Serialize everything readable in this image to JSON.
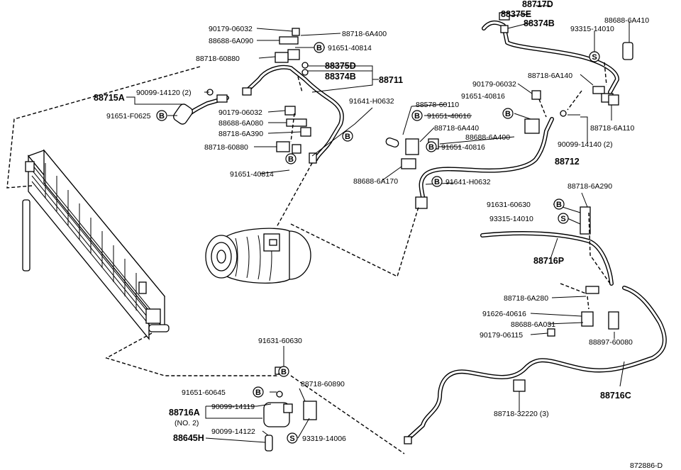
{
  "diagram_id": "872886-D",
  "labels": {
    "l_90179_06032_a": "90179-06032",
    "l_88688_6A090": "88688-6A090",
    "l_88718_6A400": "88718-6A400",
    "l_91651_40814_a": "91651-40814",
    "l_88718_60880_a": "88718-60880",
    "l_88375D": "88375D",
    "l_88374B": "88374B",
    "l_88711": "88711",
    "l_88715A": "88715A",
    "l_90099_14120": "90099-14120 (2)",
    "l_91651_F0625": "91651-F0625",
    "l_90179_06032_b": "90179-06032",
    "l_88688_6A080": "88688-6A080",
    "l_88718_6A390": "88718-6A390",
    "l_88718_60880_b": "88718-60880",
    "l_91651_40814_b": "91651-40814",
    "l_91641_H0632_a": "91641-H0632",
    "l_88717D": "88717D",
    "l_88375E": "88375E",
    "l_88374B_b": "88374B",
    "l_93315_14010_a": "93315-14010",
    "l_88688_6A410": "88688-6A410",
    "l_88718_6A140": "88718-6A140",
    "l_90179_06032_c": "90179-06032",
    "l_91651_40816_a": "91651-40816",
    "l_88578_60110": "88578-60110",
    "l_91651_40616": "91651-40616",
    "l_88718_6A440": "88718-6A440",
    "l_88688_6A400": "88688-6A400",
    "l_91651_40816_b": "91651-40816",
    "l_90099_14140": "90099-14140 (2)",
    "l_88712": "88712",
    "l_88718_6A110": "88718-6A110",
    "l_88688_6A170": "88688-6A170",
    "l_91641_H0632_b": "91641-H0632",
    "l_88718_6A290": "88718-6A290",
    "l_91631_60630_a": "91631-60630",
    "l_93315_14010_b": "93315-14010",
    "l_88716P": "88716P",
    "l_88718_6A280": "88718-6A280",
    "l_91626_40616": "91626-40616",
    "l_88688_6A031": "88688-6A031",
    "l_90179_06115": "90179-06115",
    "l_88897_60080": "88897-60080",
    "l_91631_60630_b": "91631-60630",
    "l_88718_60890": "88718-60890",
    "l_91651_60645": "91651-60645",
    "l_88716A": "88716A",
    "l_no2": "(NO. 2)",
    "l_90099_14119": "90099-14119",
    "l_90099_14122": "90099-14122",
    "l_88645H": "88645H",
    "l_93319_14006": "93319-14006",
    "l_88716C": "88716C",
    "l_88718_32220": "88718-32220 (3)"
  },
  "symbols": {
    "bolt": "B",
    "stud": "S"
  }
}
